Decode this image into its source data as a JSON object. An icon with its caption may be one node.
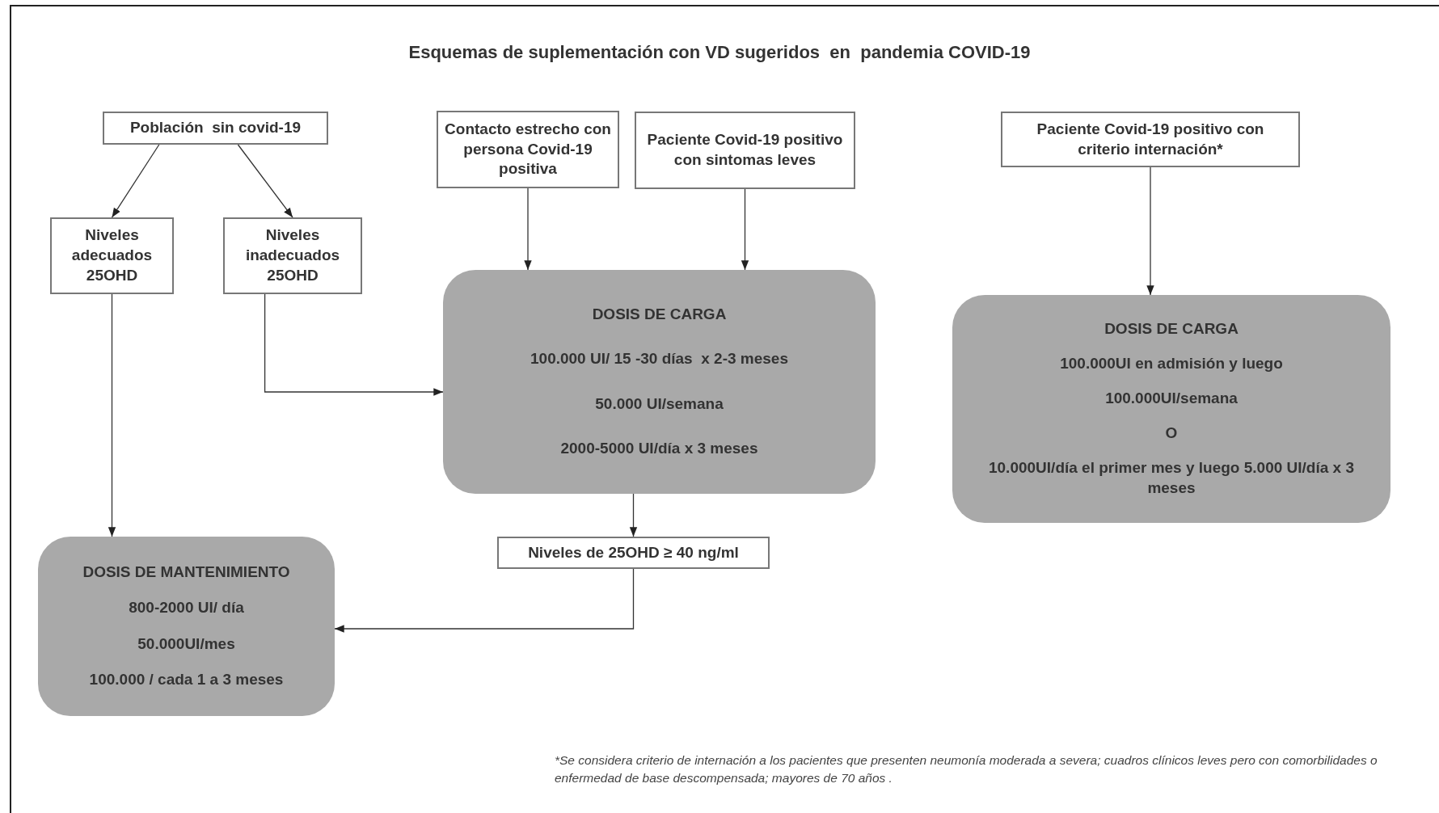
{
  "diagram": {
    "title": "Esquemas de suplementación con VD sugeridos  en  pandemia COVID-19",
    "nodes": [
      {
        "text": [
          "Población  sin covid-19"
        ]
      },
      {
        "text": [
          "Niveles adecuados 25OHD"
        ]
      },
      {
        "text": [
          "Niveles inadecuados 25OHD"
        ]
      },
      {
        "text": [
          "Contacto estrecho con persona Covid-19 positiva"
        ]
      },
      {
        "text": [
          "Paciente Covid-19 positivo con sintomas leves"
        ]
      },
      {
        "text": [
          "Paciente Covid-19 positivo con criterio internación*"
        ]
      },
      {
        "text": [
          "DOSIS DE CARGA",
          "100.000 UI/ 15 -30 días  x 2-3 meses",
          "50.000 UI/semana",
          "2000-5000 UI/día x 3 meses"
        ]
      },
      {
        "text": [
          "DOSIS DE CARGA",
          "100.000UI en admisión y luego",
          "100.000UI/semana",
          "O",
          "10.000UI/día el primer mes y luego 5.000 UI/día x 3 meses"
        ]
      },
      {
        "text": [
          "Niveles de 25OHD ≥ 40 ng/ml"
        ]
      },
      {
        "text": [
          "DOSIS DE MANTENIMIENTO",
          "800-2000 UI/ día",
          "50.000UI/mes",
          "100.000 / cada 1 a 3 meses"
        ]
      }
    ],
    "edges": [
      {
        "from": 0,
        "to": 1,
        "arrow": "to"
      },
      {
        "from": 0,
        "to": 2,
        "arrow": "to"
      },
      {
        "from": 1,
        "to": 9,
        "arrow": "to"
      },
      {
        "from": 2,
        "to": 6,
        "arrow": "to"
      },
      {
        "from": 3,
        "to": 6,
        "arrow": "to"
      },
      {
        "from": 4,
        "to": 6,
        "arrow": "to"
      },
      {
        "from": 5,
        "to": 7,
        "arrow": "to"
      },
      {
        "from": 6,
        "to": 8,
        "arrow": "to"
      },
      {
        "from": 8,
        "to": 9,
        "arrow": "to"
      }
    ],
    "labels": [
      "*Se considera criterio de internación a los pacientes que presenten neumonía moderada a severa; cuadros clínicos leves pero con comorbilidades o enfermedad de base descompensada; mayores de 70 años ."
    ]
  }
}
